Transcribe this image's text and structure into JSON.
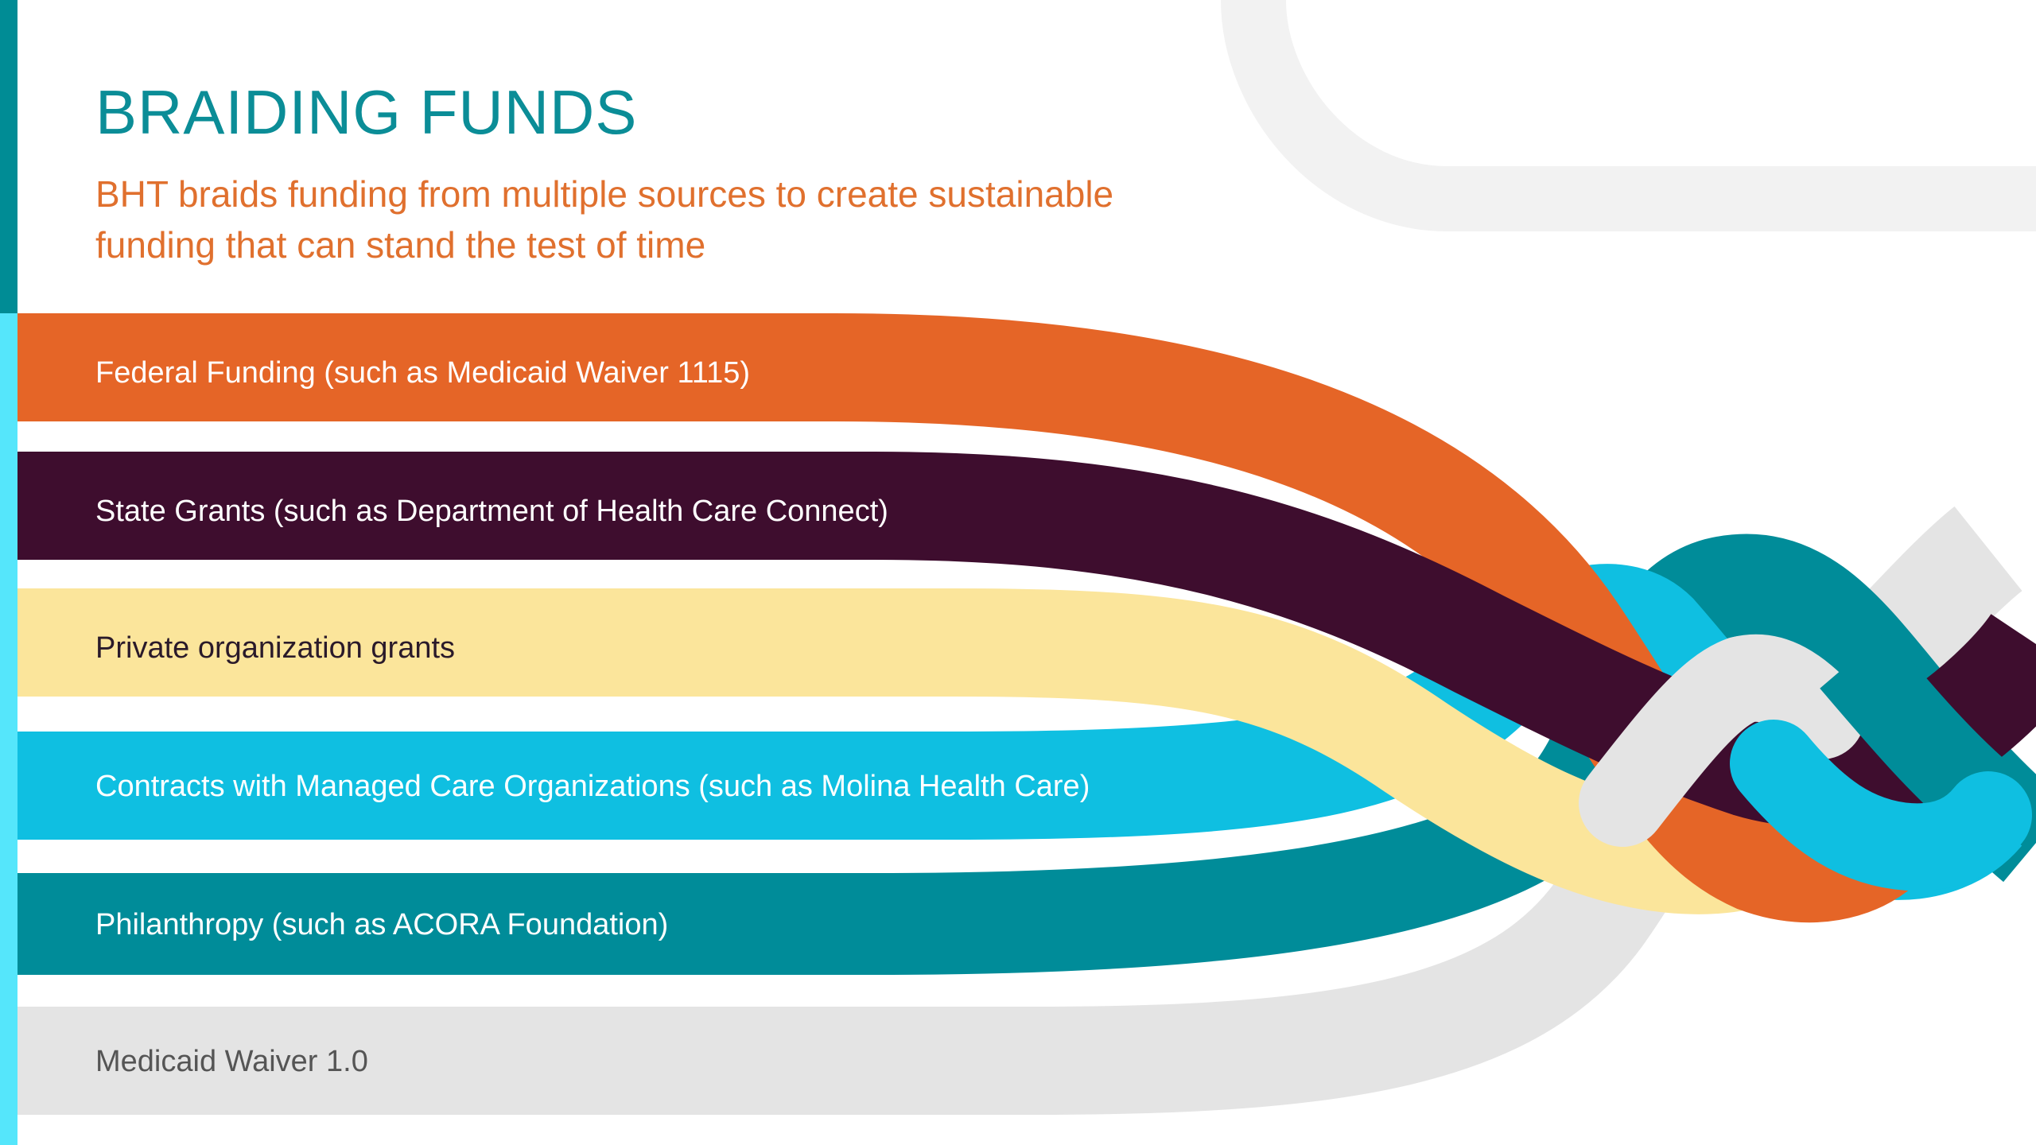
{
  "slide": {
    "title": "BRAIDING FUNDS",
    "subtitle": "BHT braids funding from multiple sources to create sustainable funding that can stand the test of time"
  },
  "colors": {
    "title": "#0b8d97",
    "subtitle": "#e0702e",
    "accent_top": "#008c95",
    "accent_bottom": "#55e6fb",
    "decor_arc": "#f2f2f2"
  },
  "bands": [
    {
      "label": "Federal Funding (such as Medicaid Waiver 1115)",
      "color": "#e56527",
      "text_color": "#ffffff"
    },
    {
      "label": "State Grants (such as Department of Health Care Connect)",
      "color": "#3e0d2e",
      "text_color": "#ffffff"
    },
    {
      "label": "Private organization grants",
      "color": "#fbe59b",
      "text_color": "#2a1a2a"
    },
    {
      "label": "Contracts with Managed Care Organizations (such as Molina Health Care)",
      "color": "#0fbfe1",
      "text_color": "#ffffff"
    },
    {
      "label": "Philanthropy (such as ACORA Foundation)",
      "color": "#008c99",
      "text_color": "#ffffff"
    },
    {
      "label": "Medicaid Waiver 1.0",
      "color": "#e4e4e4",
      "text_color": "#555555"
    }
  ]
}
